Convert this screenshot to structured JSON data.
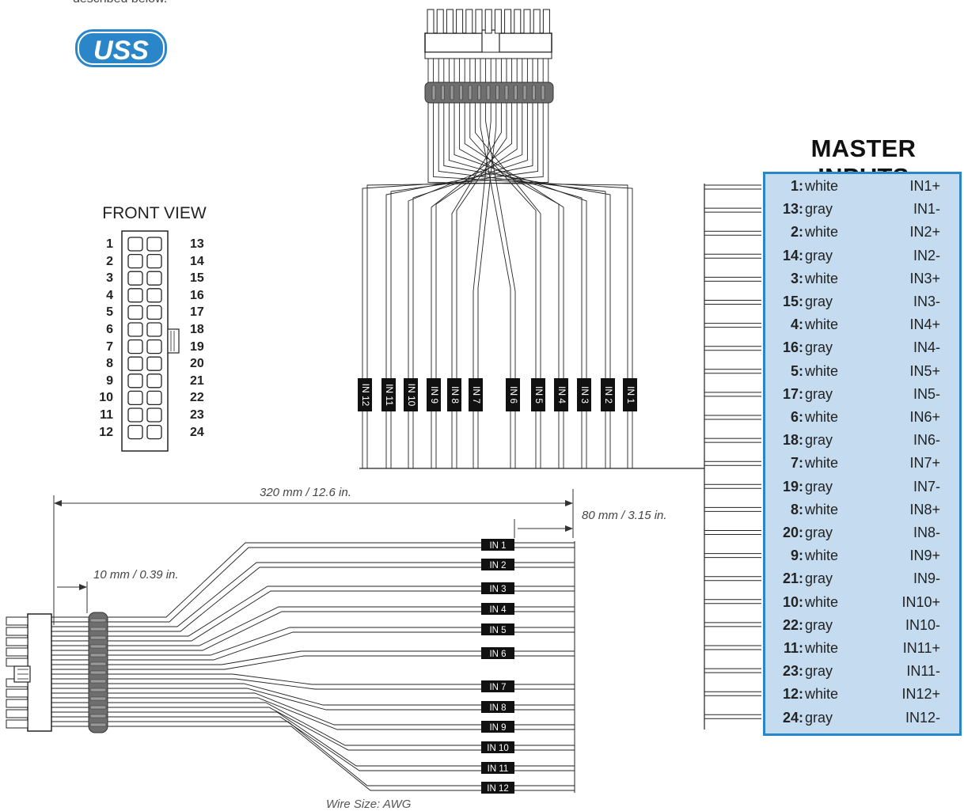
{
  "intro_text": "described below.",
  "logo_text": "USS",
  "front_view": {
    "title": "FRONT VIEW",
    "left_pins": [
      "1",
      "2",
      "3",
      "4",
      "5",
      "6",
      "7",
      "8",
      "9",
      "10",
      "11",
      "12"
    ],
    "right_pins": [
      "13",
      "14",
      "15",
      "16",
      "17",
      "18",
      "19",
      "20",
      "21",
      "22",
      "23",
      "24"
    ]
  },
  "top_labels": [
    "IN 12",
    "IN 11",
    "IN 10",
    "IN 9",
    "IN 8",
    "IN 7",
    "IN 6",
    "IN 5",
    "IN 4",
    "IN 3",
    "IN 2",
    "IN 1"
  ],
  "bottom_labels": [
    "IN 1",
    "IN 2",
    "IN 3",
    "IN 4",
    "IN 5",
    "IN 6",
    "IN 7",
    "IN 8",
    "IN 9",
    "IN 10",
    "IN 11",
    "IN 12"
  ],
  "dimensions": {
    "overall": "320 mm / 12.6 in.",
    "breakout": "80 mm / 3.15 in.",
    "sleeve": "10 mm / 0.39 in."
  },
  "wire_size": "Wire Size: AWG",
  "master_inputs": {
    "title": "MASTER INPUTS",
    "rows": [
      {
        "pin": "1:",
        "color": "white",
        "signal": "IN1+"
      },
      {
        "pin": "13:",
        "color": "gray",
        "signal": "IN1-"
      },
      {
        "pin": "2:",
        "color": "white",
        "signal": "IN2+"
      },
      {
        "pin": "14:",
        "color": "gray",
        "signal": "IN2-"
      },
      {
        "pin": "3:",
        "color": "white",
        "signal": "IN3+"
      },
      {
        "pin": "15:",
        "color": "gray",
        "signal": "IN3-"
      },
      {
        "pin": "4:",
        "color": "white",
        "signal": "IN4+"
      },
      {
        "pin": "16:",
        "color": "gray",
        "signal": "IN4-"
      },
      {
        "pin": "5:",
        "color": "white",
        "signal": "IN5+"
      },
      {
        "pin": "17:",
        "color": "gray",
        "signal": "IN5-"
      },
      {
        "pin": "6:",
        "color": "white",
        "signal": "IN6+"
      },
      {
        "pin": "18:",
        "color": "gray",
        "signal": "IN6-"
      },
      {
        "pin": "7:",
        "color": "white",
        "signal": "IN7+"
      },
      {
        "pin": "19:",
        "color": "gray",
        "signal": "IN7-"
      },
      {
        "pin": "8:",
        "color": "white",
        "signal": "IN8+"
      },
      {
        "pin": "20:",
        "color": "gray",
        "signal": "IN8-"
      },
      {
        "pin": "9:",
        "color": "white",
        "signal": "IN9+"
      },
      {
        "pin": "21:",
        "color": "gray",
        "signal": "IN9-"
      },
      {
        "pin": "10:",
        "color": "white",
        "signal": "IN10+"
      },
      {
        "pin": "22:",
        "color": "gray",
        "signal": "IN10-"
      },
      {
        "pin": "11:",
        "color": "white",
        "signal": "IN11+"
      },
      {
        "pin": "23:",
        "color": "gray",
        "signal": "IN11-"
      },
      {
        "pin": "12:",
        "color": "white",
        "signal": "IN12+"
      },
      {
        "pin": "24:",
        "color": "gray",
        "signal": "IN12-"
      }
    ]
  },
  "colors": {
    "accent_blue": "#2a86c8",
    "table_fill": "#c5dcf0",
    "sleeve_gray": "#6e6e6e",
    "label_black": "#111111"
  }
}
